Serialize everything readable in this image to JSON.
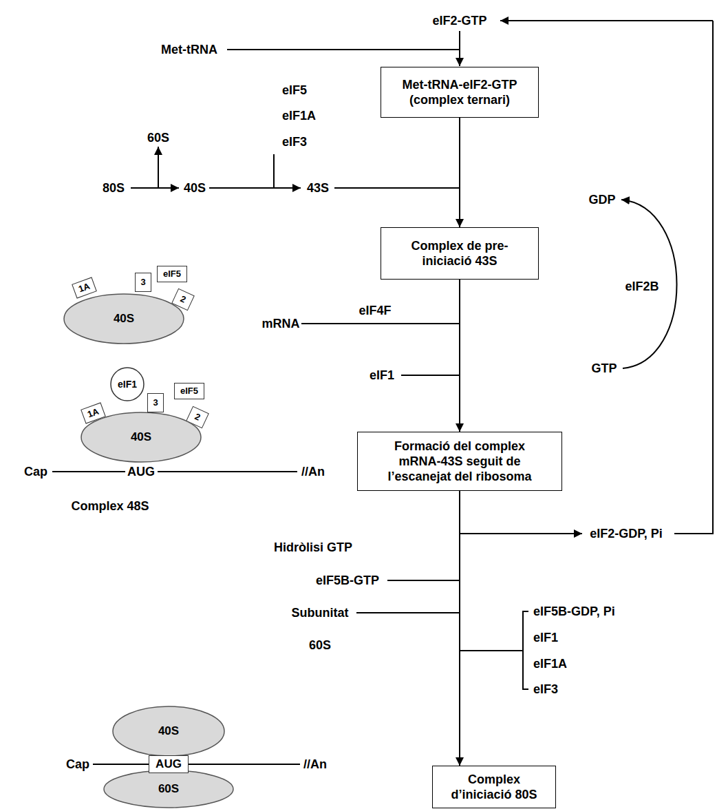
{
  "diagram": {
    "nodes": [
      {
        "text": [
          "Met-tRNA-eIF2-GTP",
          "(complex ternari)"
        ]
      },
      {
        "text": [
          "Complex de pre-iniciació 43S"
        ]
      },
      {
        "text": [
          "Formació del complex mRNA-43S seguit de l’escanejat del ribosoma"
        ]
      },
      {
        "text": [
          "Complex d’iniciació 80S"
        ]
      },
      {
        "text": [
          "40S"
        ]
      },
      {
        "text": [
          "1A"
        ]
      },
      {
        "text": [
          "3"
        ]
      },
      {
        "text": [
          "eIF5"
        ]
      },
      {
        "text": [
          "2"
        ]
      },
      {
        "text": [
          "40S"
        ]
      },
      {
        "text": [
          "1A"
        ]
      },
      {
        "text": [
          "3"
        ]
      },
      {
        "text": [
          "eIF5"
        ]
      },
      {
        "text": [
          "2"
        ]
      },
      {
        "text": [
          "eIF1"
        ]
      },
      {
        "text": [
          "40S"
        ]
      },
      {
        "text": [
          "60S"
        ]
      },
      {
        "text": [
          "AUG"
        ]
      }
    ],
    "edges": [
      {
        "from": 0,
        "to": 1,
        "arrow": "to"
      },
      {
        "from": 1,
        "to": 2,
        "arrow": "to"
      },
      {
        "from": 2,
        "to": 3,
        "arrow": "to"
      }
    ],
    "labels": [
      "eIF2-GTP",
      "Met-tRNA",
      "eIF5",
      "eIF1A",
      "eIF3",
      "60S",
      "80S",
      "40S",
      "43S",
      "GDP",
      "eIF2B",
      "GTP",
      "mRNA",
      "eIF4F",
      "eIF1",
      "Cap",
      "AUG",
      "//An",
      "Complex 48S",
      "Hidròlisi GTP",
      "eIF2-GDP, Pi",
      "eIF5B-GTP",
      "Subunitat",
      "60S",
      "eIF5B-GDP, Pi",
      "eIF1",
      "eIF1A",
      "eIF3",
      "Cap",
      "//An"
    ]
  }
}
